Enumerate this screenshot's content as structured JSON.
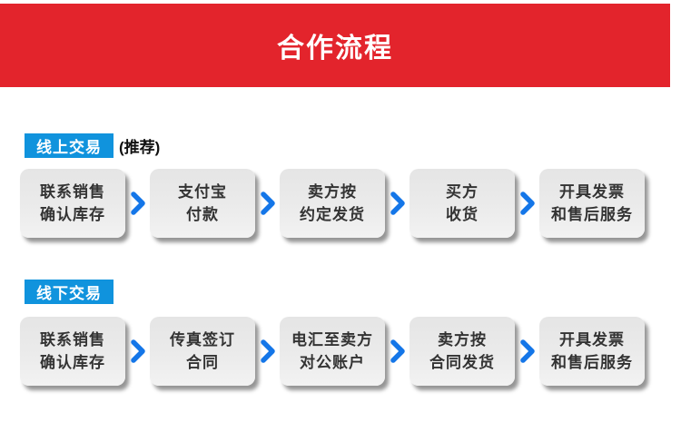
{
  "header": {
    "title": "合作流程"
  },
  "colors": {
    "banner_red": "#e3242c",
    "badge_blue": "#1093dd",
    "arrow_blue": "#1476e8",
    "box_text": "#333333"
  },
  "sections": [
    {
      "label": "线上交易",
      "note": "(推荐)",
      "steps": [
        {
          "line1": "联系销售",
          "line2": "确认库存"
        },
        {
          "line1": "支付宝",
          "line2": "付款"
        },
        {
          "line1": "卖方按",
          "line2": "约定发货"
        },
        {
          "line1": "买方",
          "line2": "收货"
        },
        {
          "line1": "开具发票",
          "line2": "和售后服务"
        }
      ]
    },
    {
      "label": "线下交易",
      "note": "",
      "steps": [
        {
          "line1": "联系销售",
          "line2": "确认库存"
        },
        {
          "line1": "传真签订",
          "line2": "合同"
        },
        {
          "line1": "电汇至卖方",
          "line2": "对公账户"
        },
        {
          "line1": "卖方按",
          "line2": "合同发货"
        },
        {
          "line1": "开具发票",
          "line2": "和售后服务"
        }
      ]
    }
  ]
}
